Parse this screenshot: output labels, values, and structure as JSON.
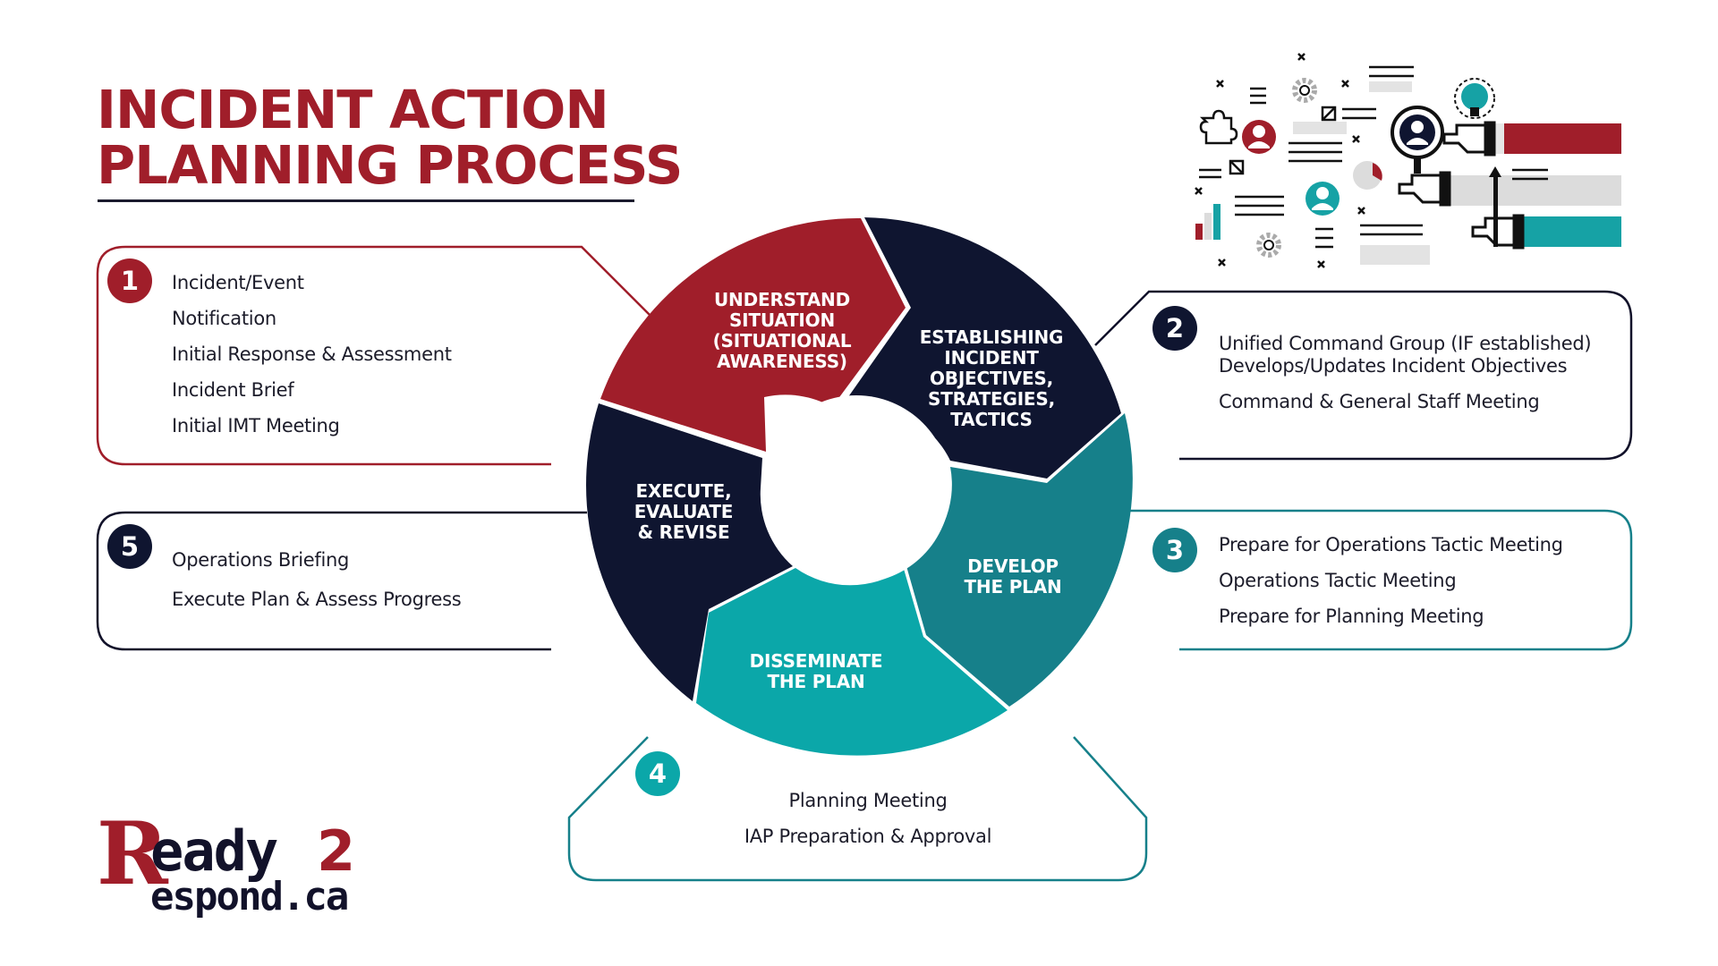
{
  "title": {
    "line1": "INCIDENT ACTION",
    "line2": "PLANNING PROCESS"
  },
  "colors": {
    "red": "#a01e2a",
    "navy": "#0f1530",
    "teal": "#16808a",
    "cyan": "#0ba7a9"
  },
  "wheel": {
    "segments": [
      {
        "lines": [
          "UNDERSTAND",
          "SITUATION",
          "(SITUATIONAL",
          "AWARENESS)"
        ]
      },
      {
        "lines": [
          "ESTABLISHING",
          "INCIDENT",
          "OBJECTIVES,",
          "STRATEGIES,",
          "TACTICS"
        ]
      },
      {
        "lines": [
          "DEVELOP",
          "THE PLAN"
        ]
      },
      {
        "lines": [
          "DISSEMINATE",
          "THE PLAN"
        ]
      },
      {
        "lines": [
          "EXECUTE,",
          "EVALUATE",
          "& REVISE"
        ]
      }
    ]
  },
  "steps": [
    {
      "number": "1",
      "items": [
        "Incident/Event",
        "Notification",
        "Initial Response & Assessment",
        "Incident Brief",
        "Initial IMT Meeting"
      ]
    },
    {
      "number": "2",
      "items": [
        "Unified Command Group (IF established)",
        "Develops/Updates Incident Objectives",
        "Command & General Staff Meeting"
      ]
    },
    {
      "number": "3",
      "items": [
        "Prepare for Operations Tactic Meeting",
        "Operations Tactic Meeting",
        "Prepare for Planning Meeting"
      ]
    },
    {
      "number": "4",
      "items": [
        "Planning Meeting",
        "IAP Preparation & Approval"
      ]
    },
    {
      "number": "5",
      "items": [
        "Operations Briefing",
        "Execute Plan & Assess Progress"
      ]
    }
  ],
  "logo": {
    "r1": "R",
    "ready": "eady",
    "two": "2",
    "r2": "R",
    "respond": "espond.ca"
  },
  "illustration": {
    "icons": [
      "user-icon",
      "gear-icon",
      "puzzle-icon",
      "bar-chart-icon",
      "pie-chart-icon",
      "lightbulb-icon",
      "pointing-hand-icon",
      "pencil-icon",
      "list-icon"
    ]
  }
}
